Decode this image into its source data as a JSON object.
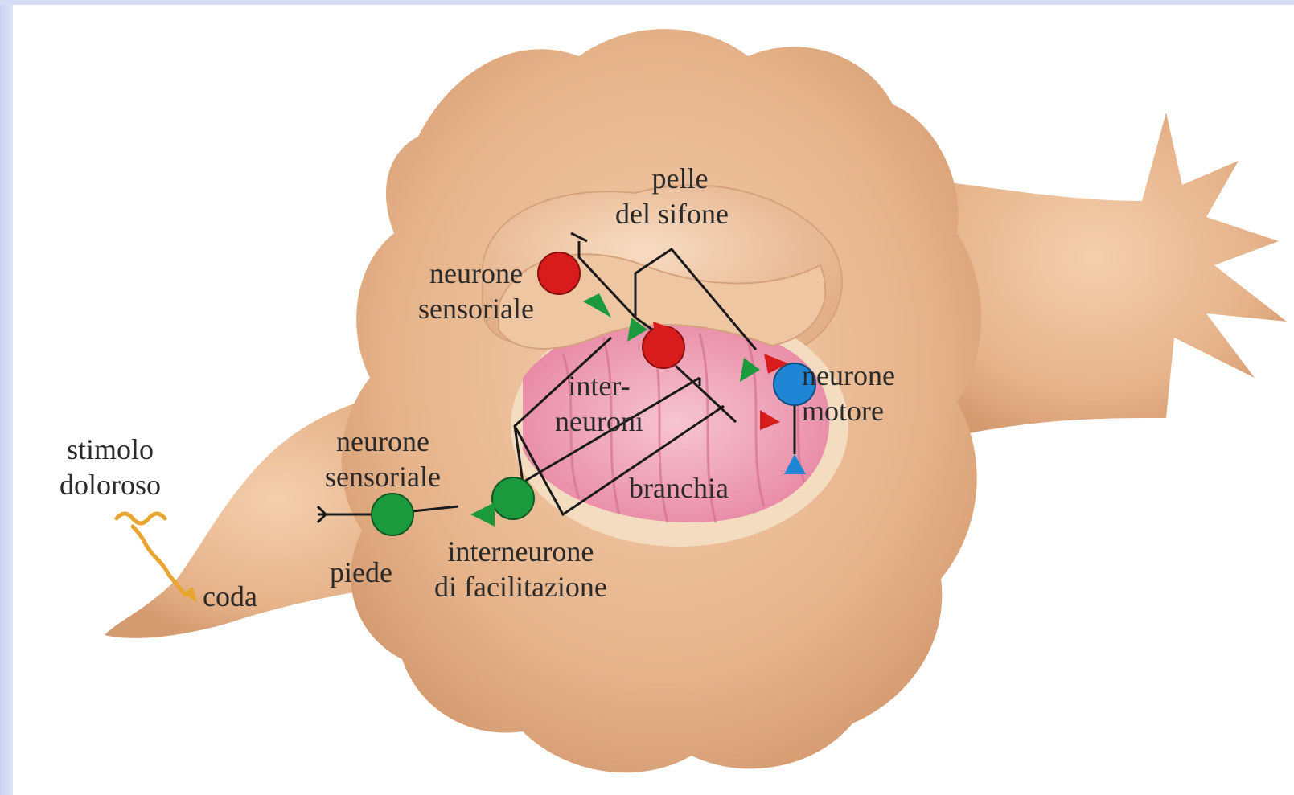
{
  "labels": {
    "pelle_del_sifone": [
      "pelle",
      "del sifone"
    ],
    "neurone_sensoriale_top": [
      "neurone",
      "sensoriale"
    ],
    "interneuroni": [
      "inter-",
      "neuroni"
    ],
    "neurone_motore": [
      "neurone",
      "motore"
    ],
    "branchia": "branchia",
    "stimolo_doloroso": [
      "stimolo",
      "doloroso"
    ],
    "neurone_sensoriale_bottom": [
      "neurone",
      "sensoriale"
    ],
    "coda": "coda",
    "piede": "piede",
    "interneurone_di_facilitazione": [
      "interneurone",
      "di facilitazione"
    ]
  },
  "colors": {
    "body": "#e9b98f",
    "body_shadow": "#c98f66",
    "gill": "#f0a9bd",
    "sensory_siphon": "#d81c1c",
    "interneuron": "#d81c1c",
    "motor_neuron": "#1f86d6",
    "facilitating": "#1a9a3c",
    "stimulus": "#e8a530",
    "wire": "#1a1a1a"
  },
  "icons": [
    "sensory-neuron-red",
    "interneuron-red",
    "motor-neuron-blue",
    "sensory-neuron-green",
    "facilitating-interneuron-green",
    "pain-stimulus-squiggle"
  ]
}
